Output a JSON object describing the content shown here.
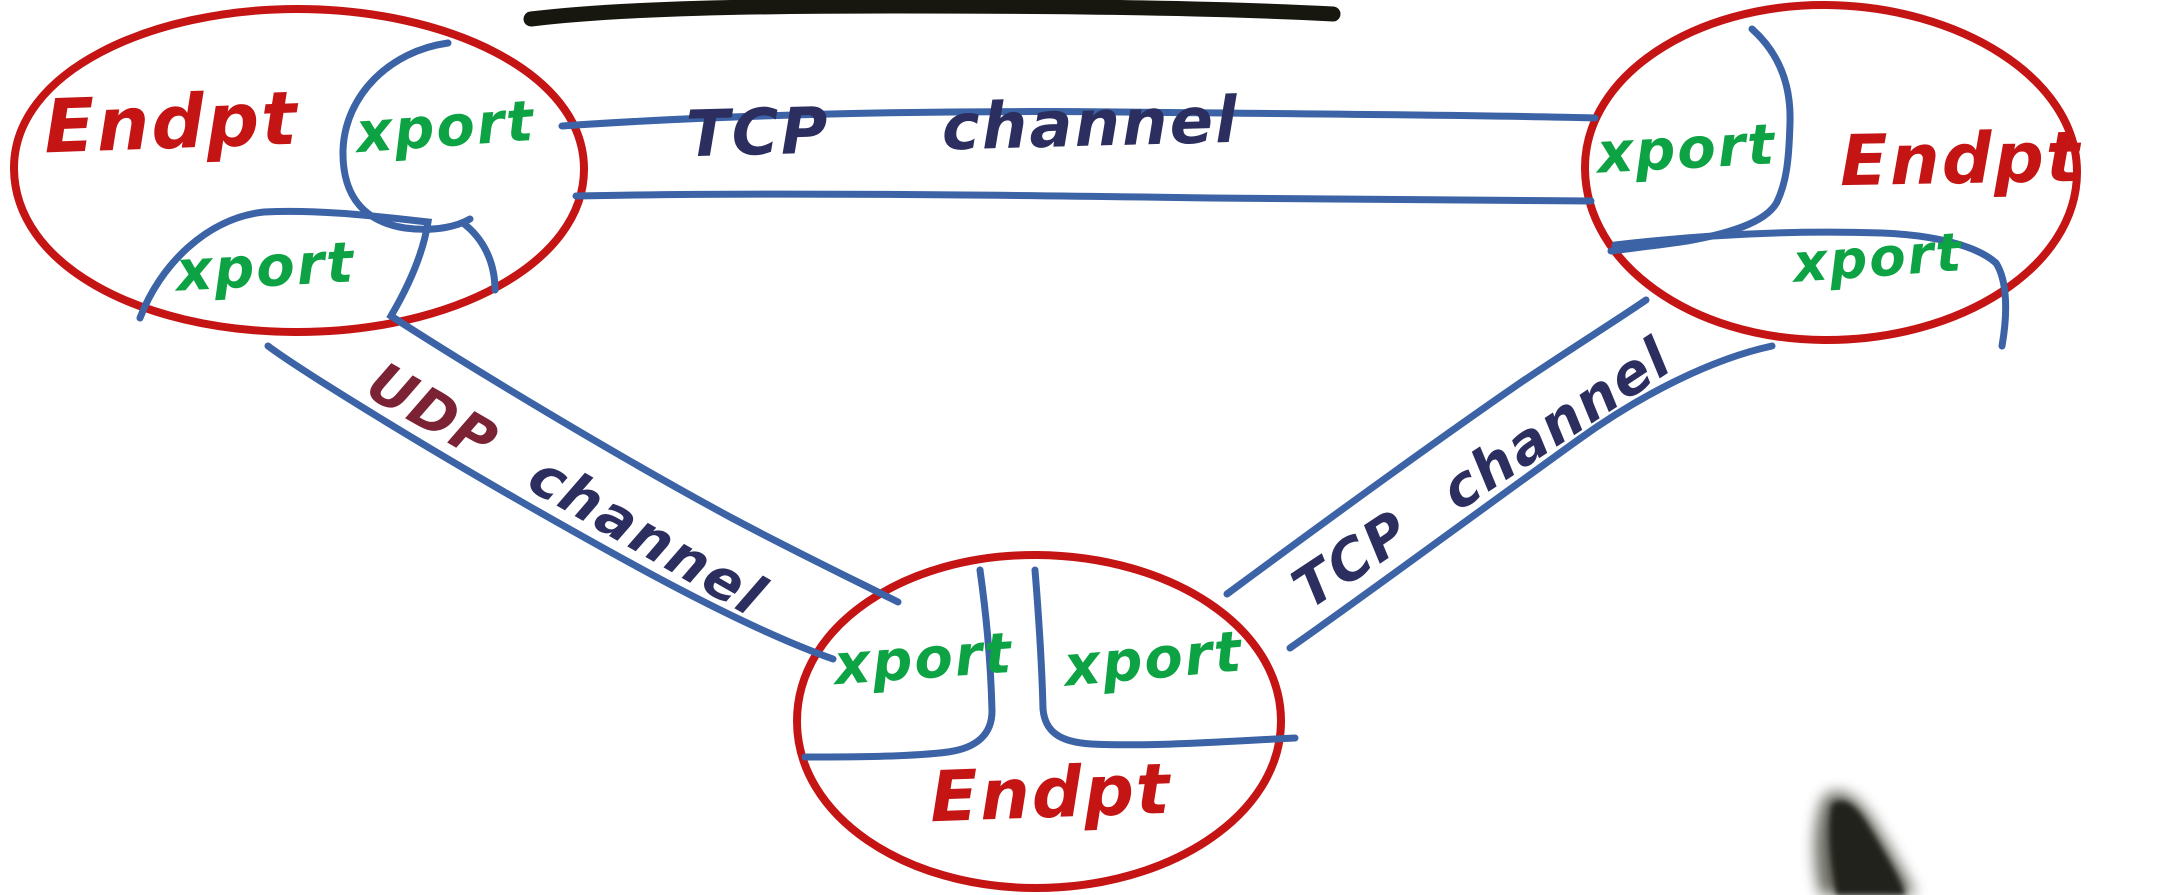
{
  "colors": {
    "endpoint_stroke": "#c41414",
    "endpoint_text": "#c41414",
    "transport_text": "#0da243",
    "boundary_line": "#3b63a5",
    "channel_text": "#2b2e5e",
    "udp_text": "#7c2235",
    "marker_line": "#17170f",
    "background": "#ffffff"
  },
  "endpoints": [
    {
      "id": "top-left",
      "label": "Endpt",
      "transports": [
        "xport",
        "xport"
      ]
    },
    {
      "id": "top-right",
      "label": "Endpt",
      "transports": [
        "xport",
        "xport"
      ]
    },
    {
      "id": "bottom-center",
      "label": "Endpt",
      "transports": [
        "xport",
        "xport"
      ]
    }
  ],
  "channels": [
    {
      "id": "tcp-top",
      "protocol": "TCP",
      "noun": "channel",
      "from": "top-left",
      "to": "top-right"
    },
    {
      "id": "udp-left",
      "protocol": "UDP",
      "noun": "channel",
      "from": "top-left",
      "to": "bottom-center"
    },
    {
      "id": "tcp-right",
      "protocol": "TCP",
      "noun": "channel",
      "from": "bottom-center",
      "to": "top-right"
    }
  ]
}
